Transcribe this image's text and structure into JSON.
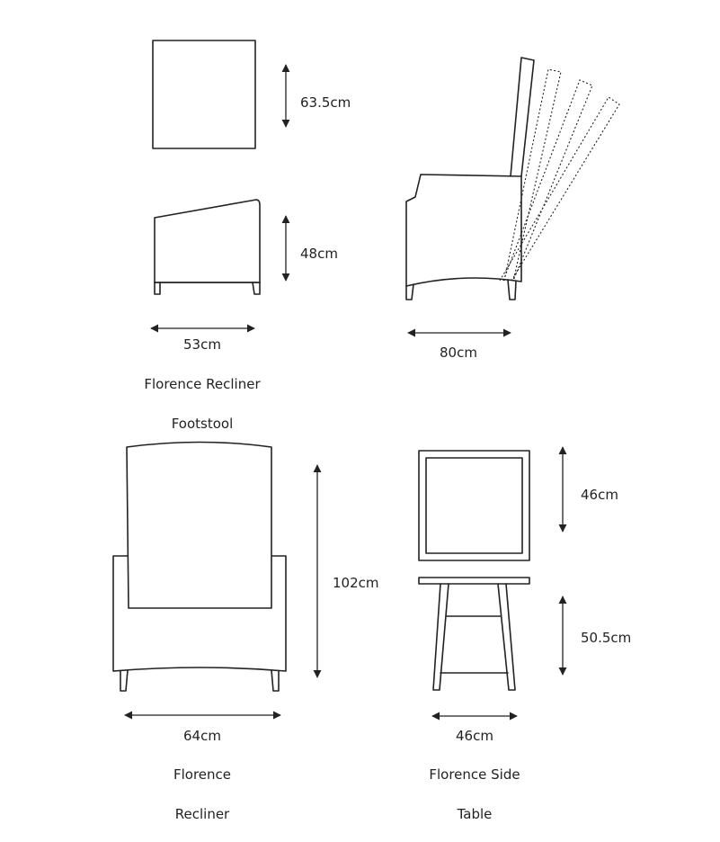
{
  "dimensions": {
    "footstool_depth": "63.5cm",
    "footstool_height": "48cm",
    "footstool_width": "53cm",
    "recliner_side_depth": "80cm",
    "recliner_height": "102cm",
    "recliner_width": "64cm",
    "table_depth": "46cm",
    "table_height": "50.5cm",
    "table_width": "46cm"
  },
  "captions": {
    "footstool_line1": "Florence Recliner",
    "footstool_line2": "Footstool",
    "recliner_line1": "Florence",
    "recliner_line2": "Recliner",
    "table_line1": "Florence Side",
    "table_line2": "Table"
  },
  "icons": {
    "dimension_arrow": "double-headed-arrow-icon"
  },
  "colors": {
    "line": "#222222",
    "background": "#ffffff"
  }
}
